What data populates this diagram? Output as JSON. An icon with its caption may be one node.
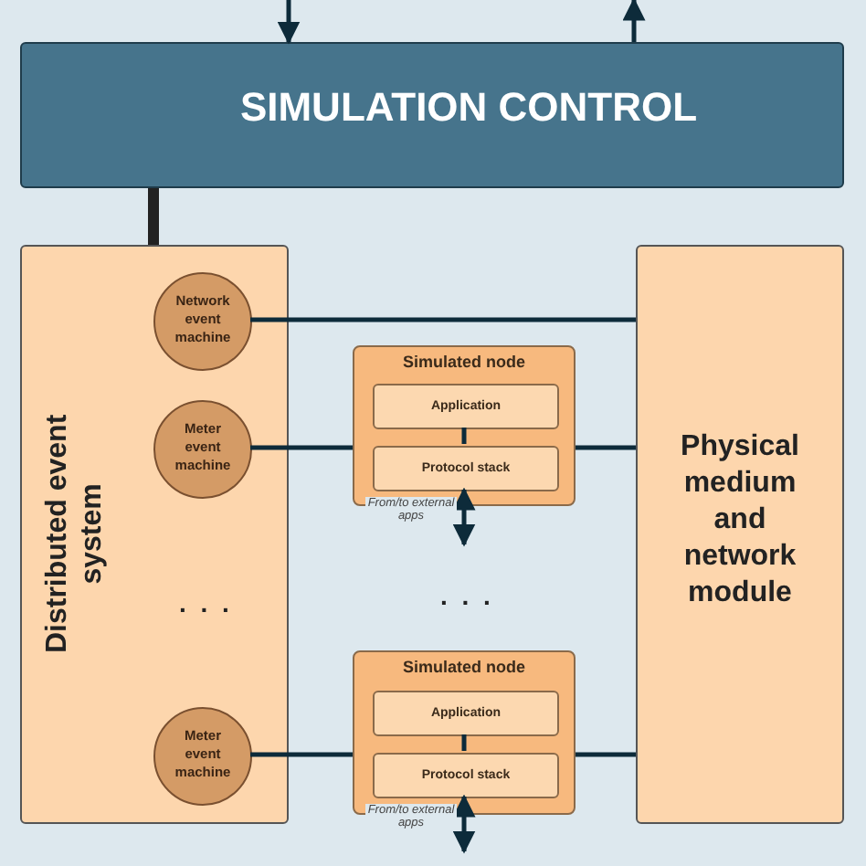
{
  "diagram": {
    "nodes": [
      {
        "text": [
          "SIMULATION CONTROL"
        ]
      },
      {
        "text": [
          "Distributed event system"
        ]
      },
      {
        "text": [
          "Network event machine"
        ],
        "in": 1
      },
      {
        "text": [
          "Meter event machine"
        ],
        "in": 1
      },
      {
        "text": [
          "Meter event machine"
        ],
        "in": 1
      },
      {
        "text": [
          "Simulated node"
        ]
      },
      {
        "text": [
          "Application"
        ],
        "in": 5
      },
      {
        "text": [
          "Protocol stack"
        ],
        "in": 5
      },
      {
        "text": [
          "Simulated node"
        ]
      },
      {
        "text": [
          "Application"
        ],
        "in": 8
      },
      {
        "text": [
          "Protocol stack"
        ],
        "in": 8
      },
      {
        "text": [
          "Physical medium and network module"
        ]
      }
    ],
    "edges": [
      {
        "from": null,
        "to": 0,
        "arrow": "to"
      },
      {
        "from": 0,
        "to": null,
        "arrow": "to"
      },
      {
        "from": 0,
        "to": 1,
        "arrow": "none",
        "style": "thick"
      },
      {
        "from": 2,
        "to": 11,
        "arrow": "none"
      },
      {
        "from": 3,
        "to": 5,
        "arrow": "none"
      },
      {
        "from": 5,
        "to": 11,
        "arrow": "none"
      },
      {
        "from": 6,
        "to": 7,
        "arrow": "none"
      },
      {
        "from": 7,
        "to": null,
        "arrow": "both",
        "label": "From/to external apps"
      },
      {
        "from": 4,
        "to": 8,
        "arrow": "none"
      },
      {
        "from": 8,
        "to": 11,
        "arrow": "none"
      },
      {
        "from": 9,
        "to": 10,
        "arrow": "none"
      },
      {
        "from": 10,
        "to": null,
        "arrow": "both",
        "label": "From/to external apps"
      }
    ],
    "labels": [
      ". . .",
      ". . ."
    ]
  }
}
